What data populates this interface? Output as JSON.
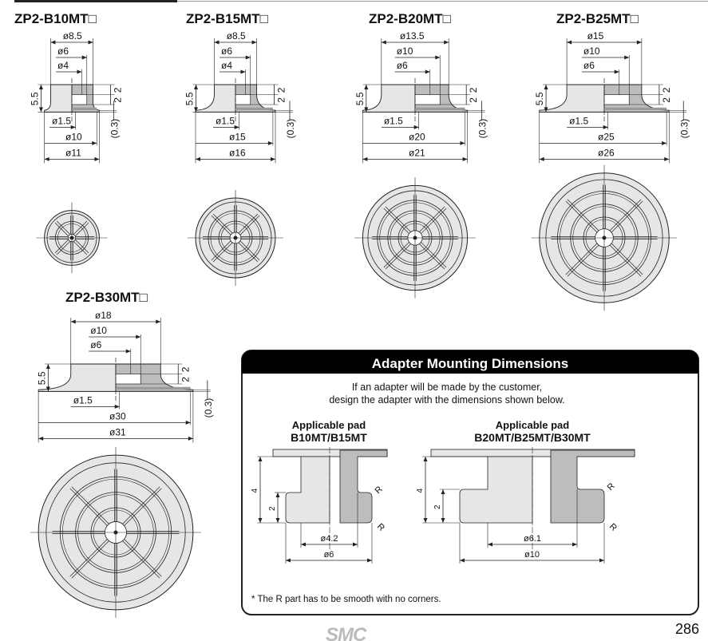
{
  "pads": [
    {
      "title": "ZP2-B10MT□",
      "top": "ø8.5",
      "mid": "ø6",
      "inner": "ø4",
      "hole": "ø1.5",
      "lip": "ø10",
      "outer": "ø11",
      "height": "5.5",
      "h1": "2",
      "h2": "2",
      "gap": "(0.3)"
    },
    {
      "title": "ZP2-B15MT□",
      "top": "ø8.5",
      "mid": "ø6",
      "inner": "ø4",
      "hole": "ø1.5",
      "lip": "ø15",
      "outer": "ø16",
      "height": "5.5",
      "h1": "2",
      "h2": "2",
      "gap": "(0.3)"
    },
    {
      "title": "ZP2-B20MT□",
      "top": "ø13.5",
      "mid": "ø10",
      "inner": "ø6",
      "hole": "ø1.5",
      "lip": "ø20",
      "outer": "ø21",
      "height": "5.5",
      "h1": "2",
      "h2": "2",
      "gap": "(0.3)"
    },
    {
      "title": "ZP2-B25MT□",
      "top": "ø15",
      "mid": "ø10",
      "inner": "ø6",
      "hole": "ø1.5",
      "lip": "ø25",
      "outer": "ø26",
      "height": "5.5",
      "h1": "2",
      "h2": "2",
      "gap": "(0.3)"
    },
    {
      "title": "ZP2-B30MT□",
      "top": "ø18",
      "mid": "ø10",
      "inner": "ø6",
      "hole": "ø1.5",
      "lip": "ø30",
      "outer": "ø31",
      "height": "5.5",
      "h1": "2",
      "h2": "2",
      "gap": "(0.3)"
    }
  ],
  "adapter": {
    "title": "Adapter Mounting Dimensions",
    "intro_line1": "If an adapter will be made by the customer,",
    "intro_line2": "design the adapter with the dimensions shown below.",
    "left": {
      "label1": "Applicable pad",
      "label2": "B10MT/B15MT",
      "h": "4",
      "h2": "2",
      "inner": "ø4.2",
      "outer": "ø6",
      "r": "R"
    },
    "right": {
      "label1": "Applicable pad",
      "label2": "B20MT/B25MT/B30MT",
      "h": "4",
      "h2": "2",
      "inner": "ø6.1",
      "outer": "ø10",
      "r": "R"
    },
    "note": "* The R part has to be smooth with no corners."
  },
  "footer": {
    "logo": "SMC",
    "page": "286"
  },
  "colors": {
    "light": "#e6e6e6",
    "dark": "#bdbdbd",
    "line": "#222222"
  }
}
